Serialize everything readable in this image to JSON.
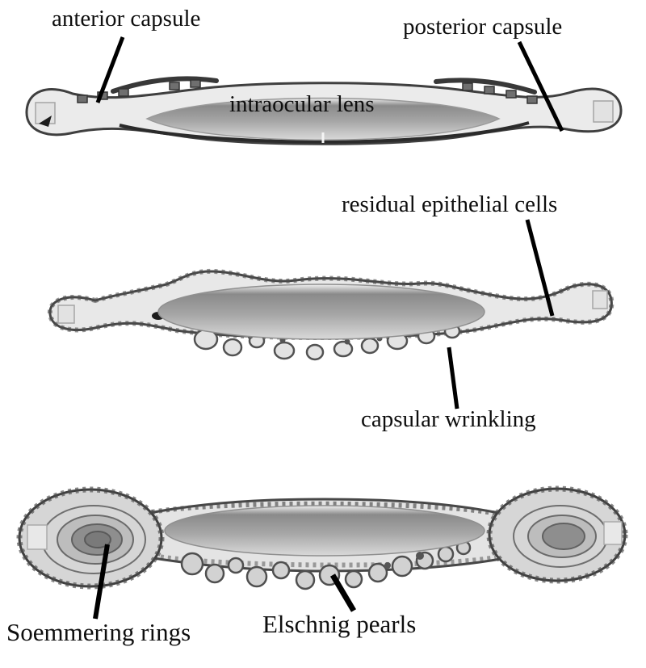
{
  "page": {
    "background": "#ffffff"
  },
  "labels": {
    "anterior_capsule": "anterior capsule",
    "posterior_capsule": "posterior capsule",
    "intraocular_lens": "intraocular lens",
    "residual_epithelial_cells": "residual epithelial cells",
    "capsular_wrinkling": "capsular wrinkling",
    "soemmering_rings": "Soemmering rings",
    "elschnig_pearls": "Elschnig pearls"
  },
  "colors": {
    "ink": "#0e0e0e",
    "leader_line": "#000000",
    "capsule_fill": "#e9e9e9",
    "capsule_outline": "#3f3f3f",
    "cell_fill": "#6f6f6f",
    "lens_dark": "#8a8a8a",
    "lens_light": "#e6e6e6",
    "pearl_fill": "#d2d2d2",
    "ring_fill": "#8e8e8e"
  }
}
